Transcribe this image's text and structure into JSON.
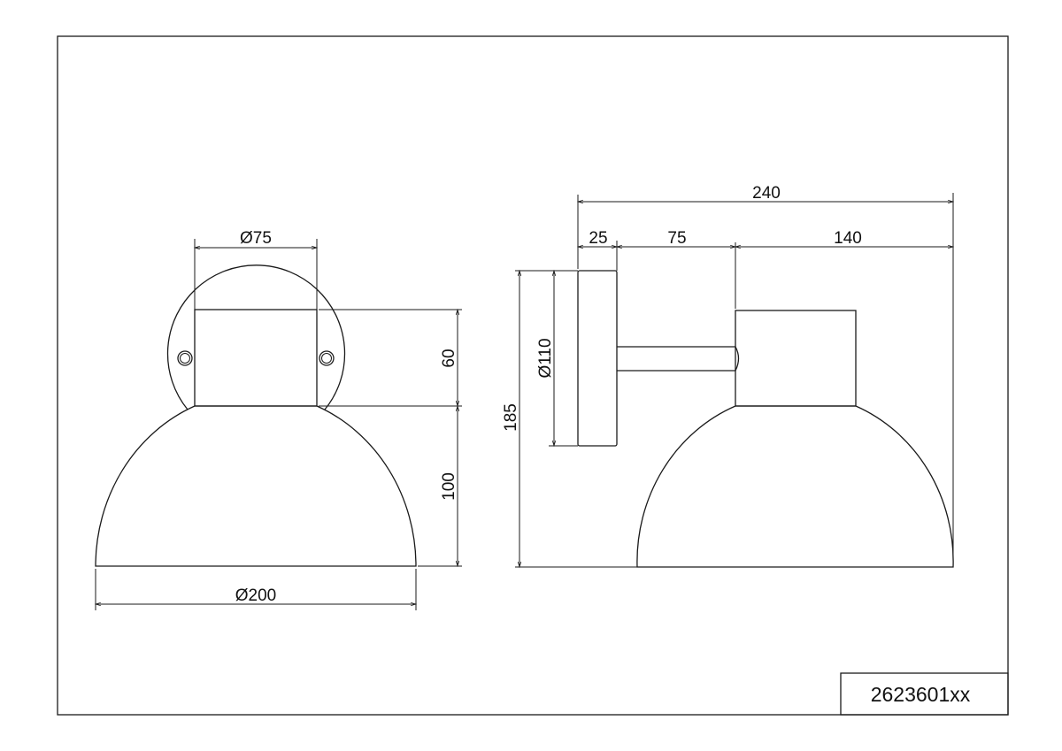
{
  "drawing": {
    "product_code": "2623601xx",
    "front_view": {
      "dim_canopy_diameter": "Ø75",
      "dim_canopy_height": "60",
      "dim_shade_height": "100",
      "dim_shade_diameter": "Ø200"
    },
    "side_view": {
      "dim_total_depth": "240",
      "dim_backplate_depth": "25",
      "dim_arm_length": "75",
      "dim_head_depth": "140",
      "dim_backplate_diameter": "Ø110",
      "dim_total_height": "185"
    }
  }
}
